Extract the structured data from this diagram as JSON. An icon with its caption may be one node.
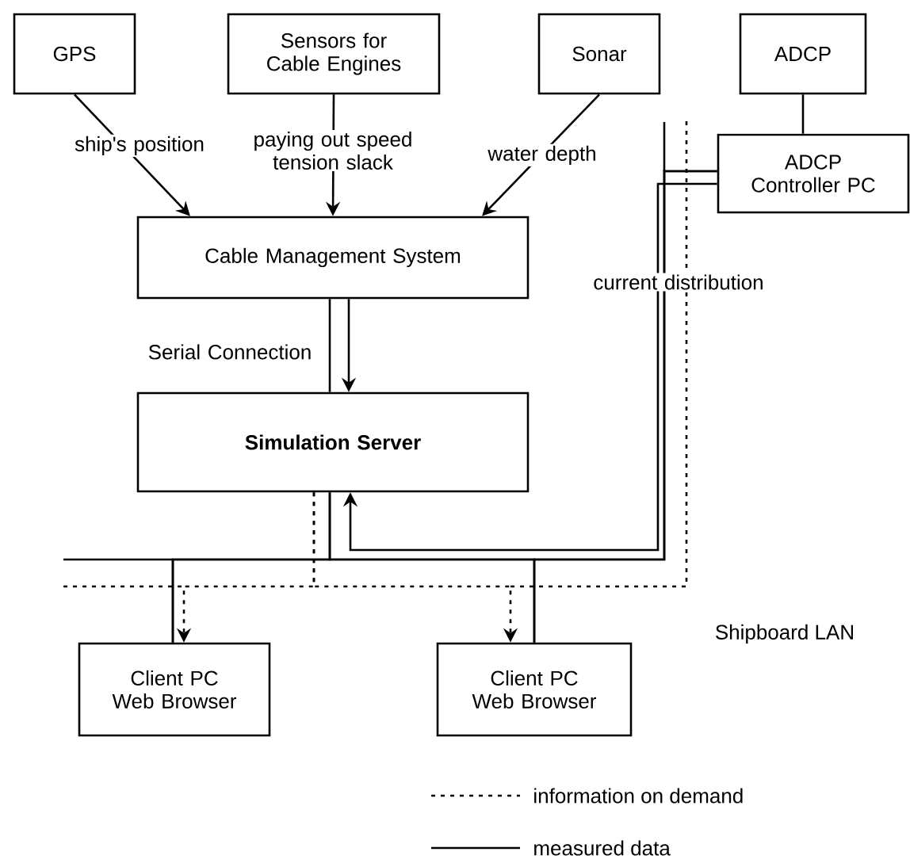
{
  "diagram": {
    "nodes": [
      {
        "text": [
          "GPS"
        ]
      },
      {
        "text": [
          "Sensors for Cable Engines"
        ]
      },
      {
        "text": [
          "Sonar"
        ]
      },
      {
        "text": [
          "ADCP"
        ]
      },
      {
        "text": [
          "ADCP Controller PC"
        ]
      },
      {
        "text": [
          "Cable Management System"
        ]
      },
      {
        "text": [
          "Simulation Server"
        ]
      },
      {
        "text": [
          "Client PC Web Browser"
        ]
      },
      {
        "text": [
          "Client PC Web Browser"
        ]
      }
    ],
    "edges": [
      {
        "from": 0,
        "to": 5,
        "arrow": "to",
        "label": "ship's position"
      },
      {
        "from": 1,
        "to": 5,
        "arrow": "to",
        "label": "paying out speed tension slack"
      },
      {
        "from": 2,
        "to": 5,
        "arrow": "to",
        "label": "water depth"
      },
      {
        "from": 3,
        "to": 4,
        "arrow": "none"
      },
      {
        "from": 5,
        "to": 6,
        "arrow": "to"
      },
      {
        "from": 4,
        "to": 6,
        "arrow": "to",
        "label": "current distribution"
      },
      {
        "from": 4,
        "to": 7,
        "arrow": "none"
      },
      {
        "from": 4,
        "to": 8,
        "arrow": "none"
      },
      {
        "from": 6,
        "to": 7,
        "arrow": "none"
      },
      {
        "from": 6,
        "to": 8,
        "arrow": "none"
      },
      {
        "from": 6,
        "to": 7,
        "arrow": "to",
        "style": "dashed"
      },
      {
        "from": 6,
        "to": 8,
        "arrow": "to",
        "style": "dashed"
      },
      {
        "from": 5,
        "to": 6,
        "arrow": "none",
        "label": "Serial Connection"
      }
    ],
    "labels": [
      "Shipboard LAN"
    ],
    "legend": [
      {
        "text": "information on demand"
      },
      {
        "text": "measured data"
      }
    ]
  }
}
